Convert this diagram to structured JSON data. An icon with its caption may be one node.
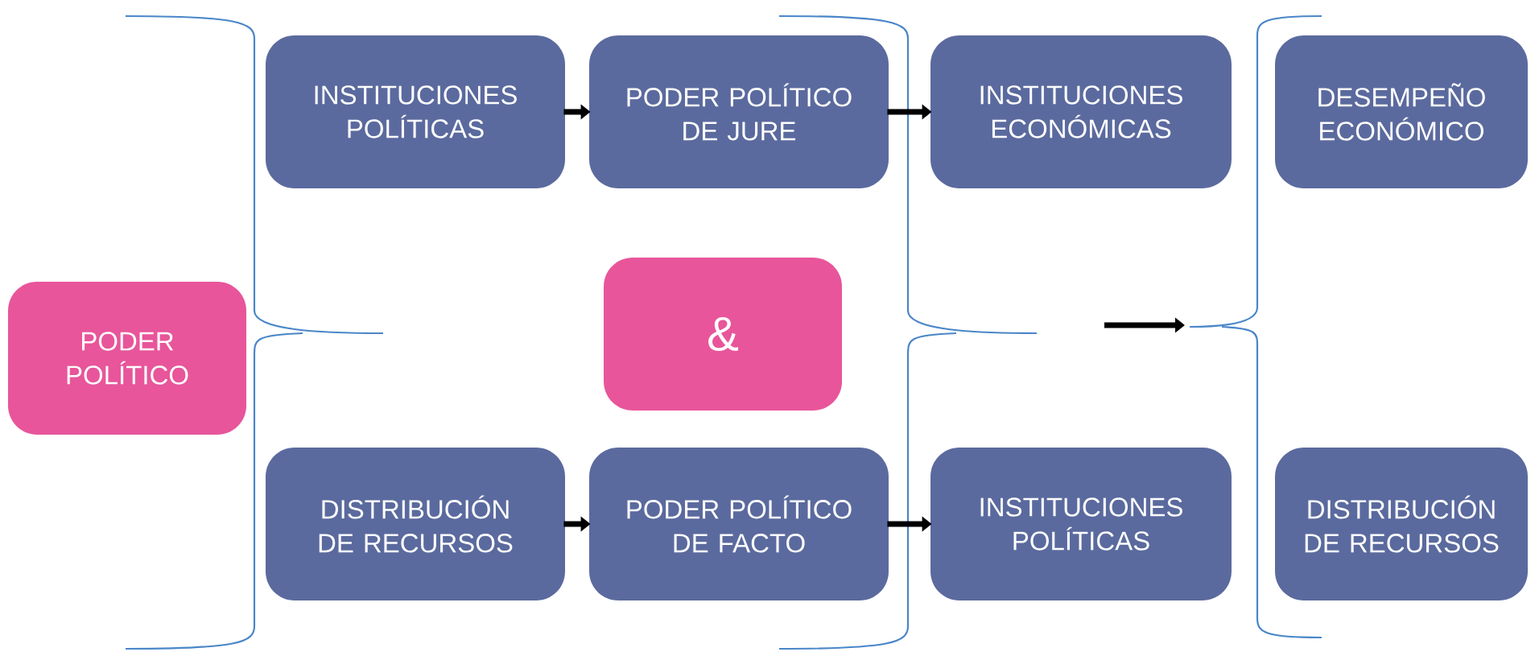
{
  "diagram": {
    "nodes": [
      {
        "text": [
          "PODER POLÍTICO"
        ]
      },
      {
        "text": [
          "INSTITUCIONES POLÍTICAS"
        ]
      },
      {
        "text": [
          "PODER POLÍTICO DE JURE"
        ]
      },
      {
        "text": [
          "INSTITUCIONES ECONÓMICAS"
        ]
      },
      {
        "text": [
          "DESEMPEÑO ECONÓMICO"
        ]
      },
      {
        "text": [
          "&"
        ]
      },
      {
        "text": [
          "DISTRIBUCIÓN DE RECURSOS"
        ]
      },
      {
        "text": [
          "PODER POLÍTICO DE FACTO"
        ]
      },
      {
        "text": [
          "INSTITUCIONES POLÍTICAS"
        ]
      },
      {
        "text": [
          "DISTRIBUCIÓN DE RECURSOS"
        ]
      }
    ],
    "edges": [
      {
        "from": 1,
        "to": 2,
        "arrow": "to"
      },
      {
        "from": 2,
        "to": 3,
        "arrow": "to"
      },
      {
        "from": 6,
        "to": 7,
        "arrow": "to"
      },
      {
        "from": 7,
        "to": 8,
        "arrow": "to"
      }
    ]
  }
}
